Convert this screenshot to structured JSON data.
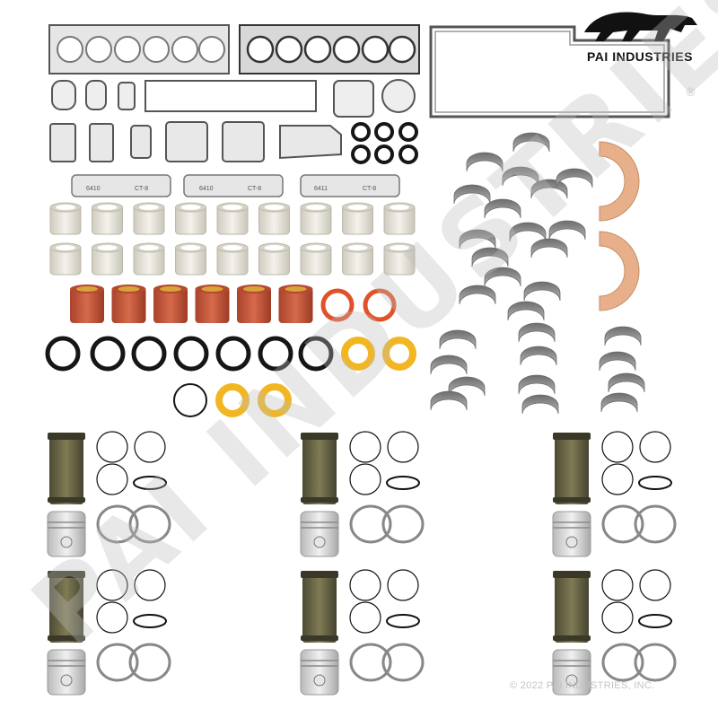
{
  "brand": {
    "name": "PAI INDUSTRIES",
    "registered_mark": "®",
    "logo_icon": "panther-logo"
  },
  "watermark": {
    "text": "PAI INDUSTRIES"
  },
  "copyright": {
    "text": "© 2022 PAI INDUSTRIES, INC."
  },
  "manifold_gasket_labels": [
    {
      "left": "6410",
      "right": "CT-8"
    },
    {
      "left": "6410",
      "right": "CT-8"
    },
    {
      "left": "6411",
      "right": "CT-8"
    }
  ],
  "colors": {
    "gasket_gray": "#9a9a9a",
    "bushing_white": "#e8e6df",
    "bushing_orange": "#c8553a",
    "seal_orange": "#e0532a",
    "oring_black": "#161616",
    "oring_yellow": "#f2b623",
    "bearing_gray": "#8c8c8c",
    "thrust_tan": "#d9a87e",
    "liner_olive": "#6e6a48",
    "piston_silver": "#cfcfcf"
  },
  "piston_kit_count": 6
}
